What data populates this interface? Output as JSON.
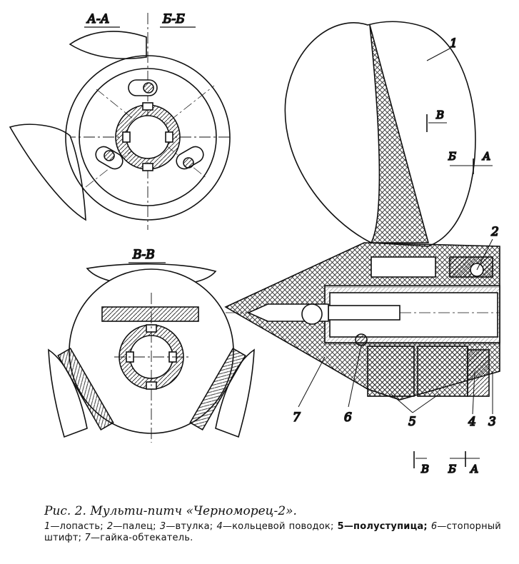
{
  "sections": {
    "a_a": "А-А",
    "b_b": "Б-Б",
    "v_v": "В-В"
  },
  "markers": {
    "v_top": "В",
    "b_top": "Б",
    "a_top": "А",
    "v_bottom": "В",
    "b_bottom": "Б",
    "a_bottom": "А"
  },
  "callouts": {
    "c1": "1",
    "c2": "2",
    "c3": "3",
    "c4": "4",
    "c5": "5",
    "c6": "6",
    "c7": "7"
  },
  "caption": {
    "title": "Рис. 2. Мульти-питч «Черноморец-2».",
    "items": [
      {
        "num": "1",
        "text": "—лопасть;",
        "bold": false
      },
      {
        "num": "2",
        "text": "—палец;",
        "bold": false
      },
      {
        "num": "3",
        "text": "—втулка;",
        "bold": false
      },
      {
        "num": "4",
        "text": "—кольцевой поводок;",
        "bold": false
      },
      {
        "num": "5",
        "text": "—полуступица;",
        "bold": true
      },
      {
        "num": "6",
        "text": "—стопорный штифт;",
        "bold": false
      },
      {
        "num": "7",
        "text": "—гайка-обтекатель.",
        "bold": false
      }
    ]
  }
}
